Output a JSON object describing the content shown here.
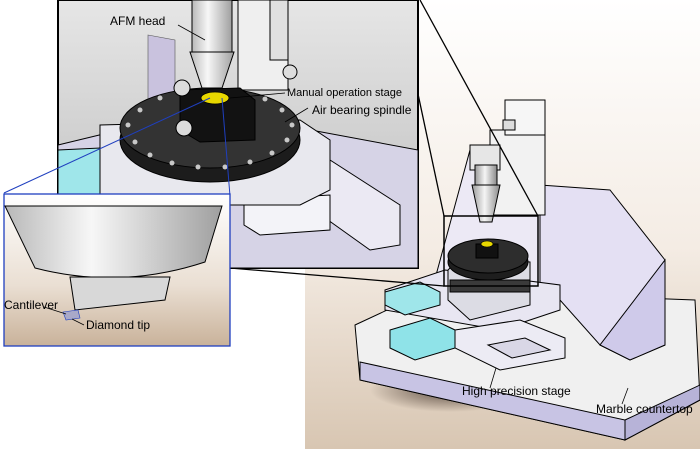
{
  "figure": {
    "labels": {
      "afm_head": "AFM head",
      "manual_stage": "Manual operation stage",
      "air_bearing": "Air bearing spindle",
      "cantilever": "Cantilever",
      "diamond_tip": "Diamond tip",
      "high_precision": "High precision stage",
      "marble": "Marble countertop"
    },
    "colors": {
      "outline": "#000000",
      "zoom_frame": "#1f3fbf",
      "cyan_block": "#8fe3e8",
      "lavender": "#c9c5e6",
      "dark_platter": "#2a2a2a",
      "yellow_sample": "#e8d800"
    },
    "icons": {
      "illustration": "afm-machine-3d-render"
    }
  }
}
